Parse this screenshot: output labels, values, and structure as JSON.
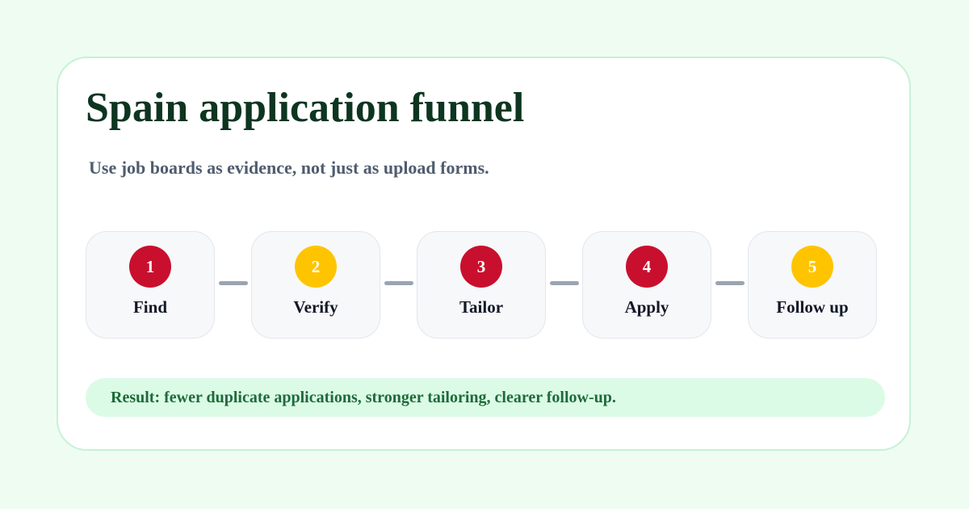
{
  "colors": {
    "page_bg": "#effcf2",
    "card_bg": "#ffffff",
    "card_border": "#c6f2d4",
    "title": "#0d3520",
    "subtitle": "#4f5c6e",
    "step_bg": "#f7f8fa",
    "step_border": "#e2e6ec",
    "connector": "#9aa4b2",
    "red": "#c8102e",
    "yellow": "#ffc400",
    "result_bg": "#dcfbe6",
    "result_text": "#1d6b3a"
  },
  "card": {
    "title": "Spain application funnel",
    "subtitle": "Use job boards as evidence, not just as upload forms."
  },
  "steps": [
    {
      "number": "1",
      "label": "Find",
      "color": "#c8102e"
    },
    {
      "number": "2",
      "label": "Verify",
      "color": "#ffc400"
    },
    {
      "number": "3",
      "label": "Tailor",
      "color": "#c8102e"
    },
    {
      "number": "4",
      "label": "Apply",
      "color": "#c8102e"
    },
    {
      "number": "5",
      "label": "Follow up",
      "color": "#ffc400"
    }
  ],
  "result": {
    "text": "Result: fewer duplicate applications, stronger tailoring, clearer follow-up."
  }
}
